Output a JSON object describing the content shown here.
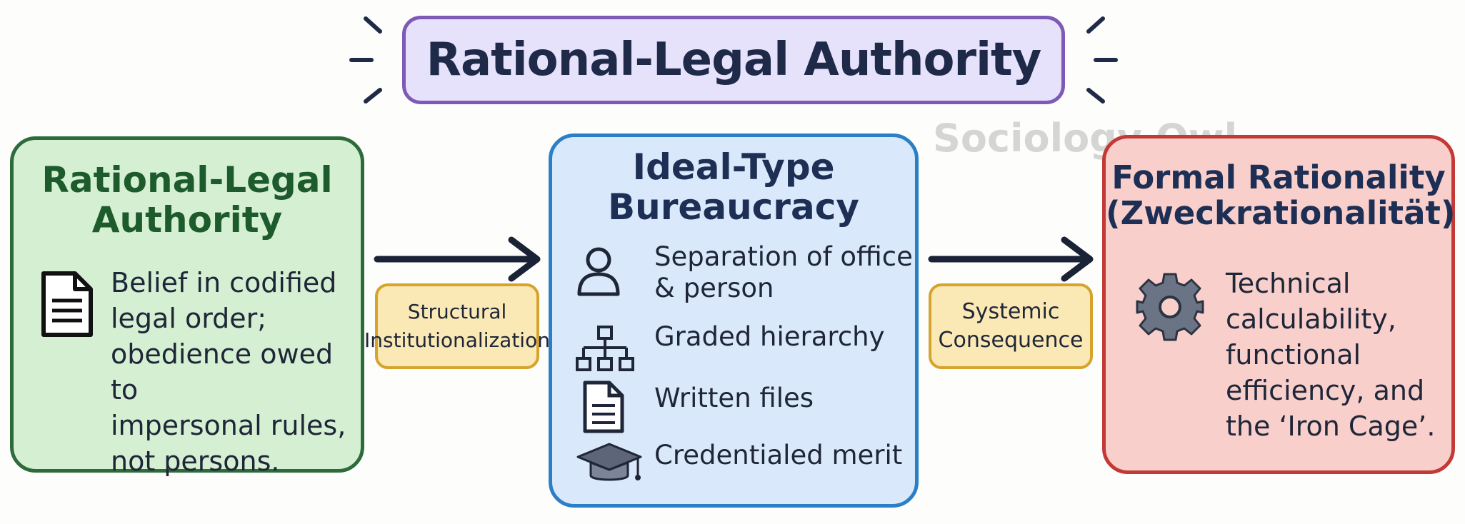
{
  "title": "Rational-Legal Authority",
  "watermark": "Sociology Owl",
  "colors": {
    "title_bg": "#e7e2fb",
    "title_border": "#7e5ab7",
    "green_bg": "#d5efd2",
    "green_border": "#2e6b3a",
    "blue_bg": "#d9e9fb",
    "blue_border": "#2a7fc7",
    "red_bg": "#f8cfcb",
    "red_border": "#c13a36",
    "label_bg": "#fae8b5",
    "label_border": "#d6a32d"
  },
  "left_box": {
    "heading_line1": "Rational-Legal",
    "heading_line2": "Authority",
    "icon": "document-icon",
    "lines": [
      "Belief in codified",
      "legal order;",
      "obedience owed to",
      "impersonal rules,",
      "not persons."
    ]
  },
  "connector_left": {
    "label_line1": "Structural",
    "label_line2": "Institutionalization"
  },
  "center_box": {
    "heading_line1": "Ideal-Type",
    "heading_line2": "Bureaucracy",
    "items": [
      {
        "icon": "person-icon",
        "line1": "Separation of office",
        "line2": "& person"
      },
      {
        "icon": "hierarchy-icon",
        "line1": "Graded hierarchy",
        "line2": ""
      },
      {
        "icon": "document-icon",
        "line1": "Written files",
        "line2": ""
      },
      {
        "icon": "graduation-cap-icon",
        "line1": "Credentialed merit",
        "line2": ""
      }
    ]
  },
  "connector_right": {
    "label_line1": "Systemic",
    "label_line2": "Consequence"
  },
  "right_box": {
    "heading_line1": "Formal Rationality",
    "heading_line2": "(Zweckrationalität)",
    "icon": "gear-icon",
    "lines": [
      "Technical",
      "calculability,",
      "functional",
      "efficiency, and",
      "the ‘Iron Cage’."
    ]
  }
}
